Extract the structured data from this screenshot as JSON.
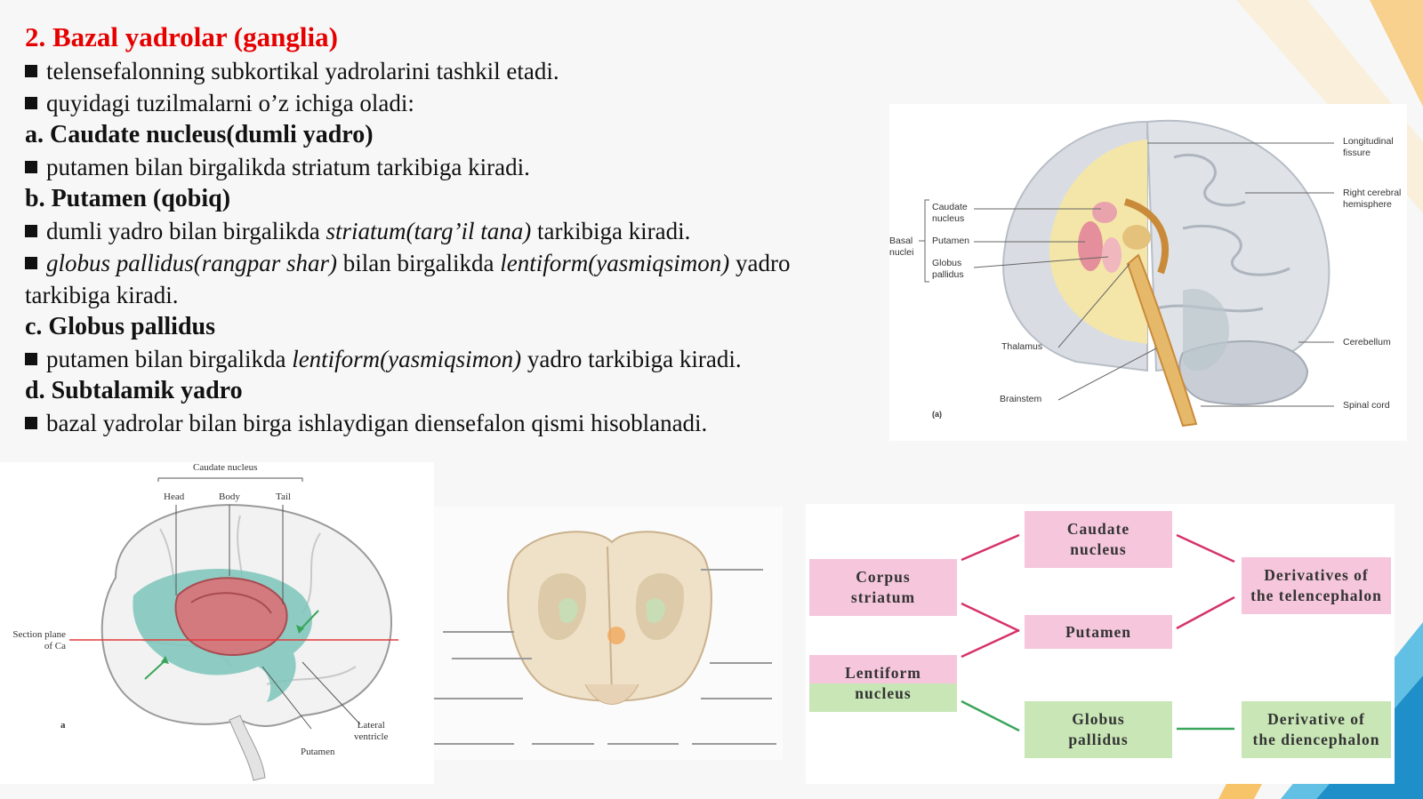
{
  "slide": {
    "title": "2. Bazal yadrolar (ganglia)",
    "bullets_intro": [
      "telensefalonning subkortikal yadrolarini tashkil etadi.",
      "quyidagi tuzilmalarni o’z ichiga oladi:"
    ],
    "section_a": {
      "heading": "a. Caudate nucleus(dumli yadro)",
      "bullet": "putamen bilan birgalikda striatum tarkibiga kiradi."
    },
    "section_b": {
      "heading": "b. Putamen (qobiq)",
      "bullet1_pre": "dumli yadro bilan birgalikda ",
      "bullet1_em": "striatum(targ’il tana)",
      "bullet1_post": " tarkibiga kiradi.",
      "bullet2_em1": "globus pallidus(rangpar shar)",
      "bullet2_mid": " bilan birgalikda ",
      "bullet2_em2": "lentiform(yasmiqsimon)",
      "bullet2_post": " yadro",
      "bullet2_cont": "tarkibiga kiradi."
    },
    "section_c": {
      "heading": "c. Globus pallidus",
      "bullet_pre": "putamen bilan birgalikda ",
      "bullet_em": "lentiform(yasmiqsimon)",
      "bullet_post": " yadro tarkibiga kiradi."
    },
    "section_d": {
      "heading": "d. Subtalamik yadro",
      "bullet": "bazal yadrolar bilan birga ishlaydigan diensefalon qismi hisoblanadi."
    }
  },
  "brain_figure": {
    "labels": {
      "longitudinal": [
        "Longitudinal",
        "fissure"
      ],
      "right_hemisphere": [
        "Right cerebral",
        "hemisphere"
      ],
      "caudate": [
        "Caudate",
        "nucleus"
      ],
      "basal": [
        "Basal",
        "nuclei"
      ],
      "putamen": "Putamen",
      "globus": [
        "Globus",
        "pallidus"
      ],
      "thalamus": "Thalamus",
      "cerebellum": "Cerebellum",
      "brainstem": "Brainstem",
      "spinal_cord": "Spinal cord",
      "panel": "(a)"
    }
  },
  "lateral_figure": {
    "labels": {
      "caudate": "Caudate nucleus",
      "head": "Head",
      "body": "Body",
      "tail": "Tail",
      "section_plane": [
        "Section plane",
        "of Ca"
      ],
      "panel": "a",
      "lateral_ventricle": [
        "Lateral",
        "ventricle"
      ],
      "putamen": "Putamen"
    }
  },
  "diagram": {
    "caudate": [
      "Caudate",
      "nucleus"
    ],
    "corpus": [
      "Corpus",
      "striatum"
    ],
    "derivatives_tel": [
      "Derivatives of",
      "the telencephalon"
    ],
    "putamen": "Putamen",
    "lentiform": [
      "Lentiform",
      "nucleus"
    ],
    "globus": [
      "Globus",
      "pallidus"
    ],
    "derivative_di": [
      "Derivative of",
      "the diencephalon"
    ]
  },
  "colors": {
    "title_red": "#e60000",
    "pink_box": "#f5c6dc",
    "green_box": "#c8e6b6",
    "pink_line": "#d6336c",
    "green_line": "#3aa55a"
  }
}
